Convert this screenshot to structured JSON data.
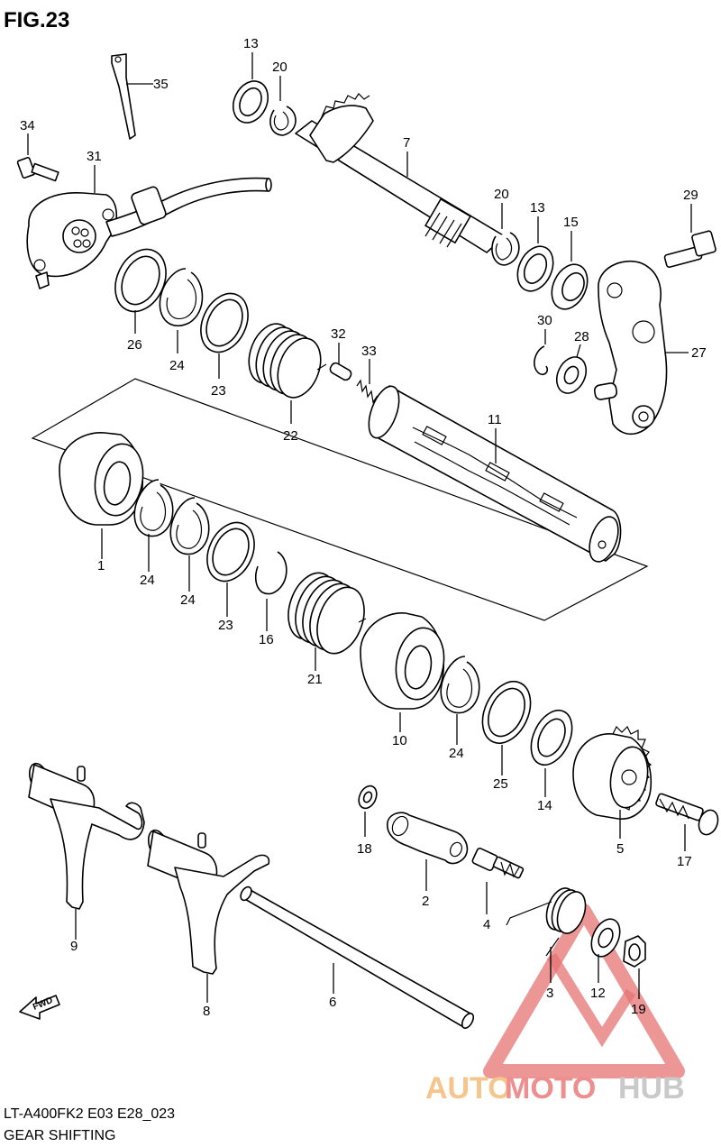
{
  "figure": {
    "title": "FIG.23",
    "model_code": "LT-A400FK2 E03 E28_023",
    "section_name": "GEAR SHIFTING",
    "direction_label": "FWD"
  },
  "watermark": {
    "part1": "AUTO",
    "part2": "MOTO",
    "part3": "HUB",
    "colors": {
      "auto": "#f6c58c",
      "moto": "#ee8f8f",
      "hub": "#c9c9c9",
      "triangle": "#e57373"
    }
  },
  "callouts": [
    "35",
    "34",
    "31",
    "13",
    "20",
    "7",
    "20",
    "13",
    "15",
    "29",
    "30",
    "28",
    "27",
    "26",
    "24",
    "23",
    "22",
    "32",
    "33",
    "11",
    "1",
    "24",
    "24",
    "23",
    "16",
    "21",
    "10",
    "24",
    "25",
    "14",
    "5",
    "17",
    "9",
    "18",
    "2",
    "4",
    "3",
    "12",
    "19",
    "8",
    "6"
  ]
}
